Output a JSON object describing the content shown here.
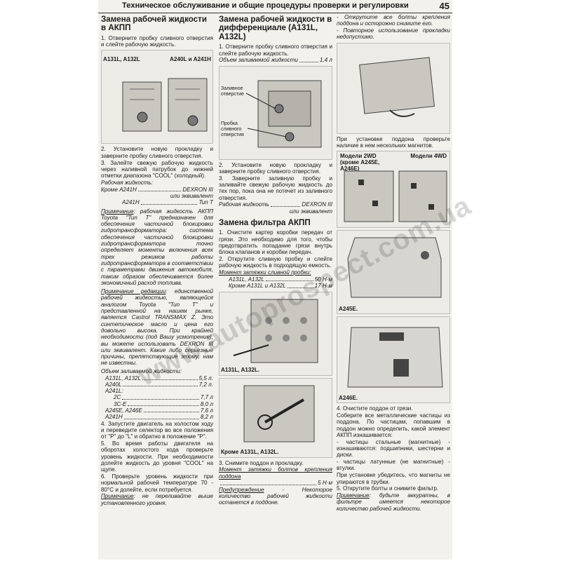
{
  "header": {
    "title": "Техническое обслуживание и общие процедуры проверки и регулировки",
    "page_number": "45"
  },
  "col1": {
    "heading": "Замена рабочей жидкости в АКПП",
    "step1": "1. Отверните пробку сливного отверстия и слейте рабочую жидкость.",
    "fig_label_left": "A131L, A132L",
    "fig_label_right": "A240L и A241H",
    "step2": "2. Установите новую прокладку и заверните пробку сливного отверстия.",
    "step3": "3. Залейте свежую рабочую жидкость через наливной патрубок до нижней отметки диапазона \"COOL\" (холодный).",
    "fluid_label": "Рабочая жидкость:",
    "fluid_row1_left": "Кроме A241H",
    "fluid_row1_right": "DEXRON III",
    "fluid_row1_sub": "или эквивалент",
    "fluid_row2_left": "A241H",
    "fluid_row2_right": "Tun T",
    "note1_label": "Примечание",
    "note1_text": ": рабочая жидкость АКПП Toyota \"Tun T\" предназначен для обеспечения частичной блокировки гидротрансформатора: система обеспечения частичной блокировки гидротрансформатора точно определяет моменты включения всех трех режимов работы гидротрансформатора в соответствии с параметрами движения автомобиля, таким образом обеспечивается более экономичный расход топлива.",
    "note2_label": "Примечание редакции",
    "note2_text": ": единственной рабочей жидкостью, являющейся аналогом Toyota \"Tun T\" и представленной на нашем рынке, является Castrol TRANSMAX Z. Это синтетическое масло и цена его довольно высока. При крайней необходимости (под Вашу усмотрение), вы можете использовать DEXRON III или эквивалент. Какие либо серьезные причины, препятствующие этому, нам не известны.",
    "volume_label": "Объем заливаемой жидкости:",
    "volumes": [
      {
        "model": "A131L, A132L",
        "value": "5,5 л."
      },
      {
        "model": "A240L",
        "value": "7,2 л."
      },
      {
        "model": "A241L:",
        "value": ""
      },
      {
        "model": "2C",
        "value": "7,7 л"
      },
      {
        "model": "3C-E",
        "value": "8,0 л"
      },
      {
        "model": "A245E, A246E",
        "value": "7,6 л"
      },
      {
        "model": "A241H",
        "value": "8,2 л"
      }
    ],
    "step4": "4. Запустите двигатель на холостом ходу и переведите селектор во все положения от \"P\" до \"L\" и обратно в положение \"P\".",
    "step5": "5. Во время работы двигателя на оборотах холостого хода проверьте уровень жидкости. При необходимости долейте жидкость до уровня \"COOL\" на щупе.",
    "step6": "6. Проверьте уровень жидкости при нормальной рабочей температуре 70 - 80°С и долейте, если потребуется.",
    "note3_label": "Примечание",
    "note3_text": ": не переливайте выше установленного уровня."
  },
  "col2": {
    "heading": "Замена рабочей жидкости в дифференциале (A131L, A132L)",
    "step1": "1. Отверните пробку сливного отверстия и слейте рабочую жидкость.",
    "volume_left": "Объем заливаемой жидкости",
    "volume_right": "1,4 л",
    "fig_label_drain": "Заливное отверстие",
    "fig_label_plug": "Пробка сливного отверстия",
    "step2": "2. Установите новую прокладку и заверните пробку сливного отверстия.",
    "step3": "3. Заверните заливную пробку и заливайте свежую рабочую жидкость до тех пор, пока она не потечет из заливного отверстия.",
    "fluid_left": "Рабочая жидкость",
    "fluid_right": "DEXRON III",
    "fluid_sub": "или эквивалент",
    "heading2": "Замена фильтра АКПП",
    "f_step1": "1. Очистите картер коробки передач от грязи. Это необходимо для того, чтобы предотвратить попадание грязи внутрь блока клапанов и коробки передач.",
    "f_step2": "2. Открутите сливную пробку и слейте рабочую жидкость в подходящую емкость.",
    "torque_label": "Момент затяжки сливной пробки:",
    "torque_rows": [
      {
        "model": "A131L, A132L",
        "value": "50 Н·м"
      },
      {
        "model": "Кроме A131L и A132L",
        "value": "17 Н·м"
      }
    ],
    "fig2_caption": "A131L, A132L.",
    "fig3_caption": "Кроме A131L, A132L.",
    "f_step3": "3. Снимите поддон и прокладку.",
    "bolt_label": "Момент затяжки болтов крепления поддона",
    "bolt_value": "5 Н·м",
    "warn_label": "Предупреждение",
    "warn_text": "- Некоторое количество рабочей жидкости останется в поддоне."
  },
  "col3": {
    "top_text1": "- Открутите все болты крепления поддона и осторожно снимите его.",
    "top_text2": "- Повторное использование прокладки недопустимо.",
    "after_fig1": "При установке поддона проверьте наличие в нем нескольких магнитов.",
    "fig2_label_left": "Модели 2WD (кроме A245E, A246E)",
    "fig2_label_right": "Модели 4WD",
    "fig3_caption": "A245E.",
    "fig4_caption": "A246E.",
    "step4": "4. Очистите поддон от грязи.",
    "step4_text": "Соберите все металлические частицы из поддона. По частицам, попавшим в поддон можно определить, какой элемент АКПП изнашивается:",
    "bullet1": "- частицы стальные (магнитные) - изнашиваются: подшипники, шестерни и диски.",
    "bullet2": "- частицы латунные (не магнитные) - втулки.",
    "after_bullets": "При установке убедитесь, что магниты не упираются в трубки.",
    "step5": "5. Открутите болты и снимите фильтр.",
    "note_label": "Примечание",
    "note_text": ": будьте аккуратны, в фильтре имеется некоторое количество рабочей жидкости."
  },
  "watermark": "www.autoprospect.com.ua"
}
